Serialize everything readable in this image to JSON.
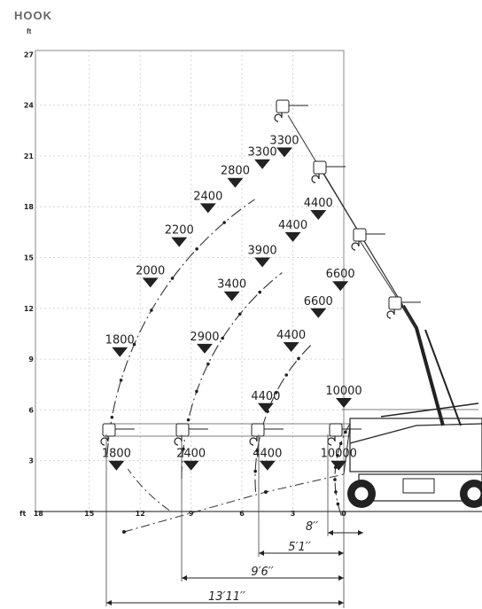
{
  "title": "HOOK",
  "y_unit": "ft",
  "x_unit": "ft",
  "y_ticks": [
    "3",
    "6",
    "9",
    "12",
    "15",
    "18",
    "21",
    "24",
    "27"
  ],
  "x_ticks": [
    "18",
    "15",
    "12",
    "9",
    "6",
    "3",
    "0"
  ],
  "arcs": [
    {
      "id": "boom-1",
      "loads": [
        {
          "label": "1800",
          "xft": 13.4,
          "yft": 3
        },
        {
          "label": "1800",
          "xft": 13.2,
          "yft": 9.7
        },
        {
          "label": "2000",
          "xft": 11.4,
          "yft": 13.8
        },
        {
          "label": "2200",
          "xft": 9.7,
          "yft": 16.2
        },
        {
          "label": "2400",
          "xft": 8.0,
          "yft": 18.2
        },
        {
          "label": "2800",
          "xft": 6.4,
          "yft": 19.7
        },
        {
          "label": "3300",
          "xft": 4.8,
          "yft": 20.8
        },
        {
          "label": "3300",
          "xft": 3.5,
          "yft": 21.5
        }
      ]
    },
    {
      "id": "boom-2",
      "loads": [
        {
          "label": "2400",
          "xft": 9.0,
          "yft": 3
        },
        {
          "label": "2900",
          "xft": 8.2,
          "yft": 9.9
        },
        {
          "label": "3400",
          "xft": 6.6,
          "yft": 13.0
        },
        {
          "label": "3900",
          "xft": 4.8,
          "yft": 15.0
        },
        {
          "label": "4400",
          "xft": 3.0,
          "yft": 16.5
        },
        {
          "label": "4400",
          "xft": 1.5,
          "yft": 17.8
        }
      ]
    },
    {
      "id": "boom-3",
      "loads": [
        {
          "label": "4400",
          "xft": 4.5,
          "yft": 3
        },
        {
          "label": "4400",
          "xft": 4.6,
          "yft": 6.4
        },
        {
          "label": "4400",
          "xft": 3.1,
          "yft": 10.0
        },
        {
          "label": "6600",
          "xft": 1.5,
          "yft": 12.0
        },
        {
          "label": "6600",
          "xft": 0.2,
          "yft": 13.6
        }
      ]
    },
    {
      "id": "boom-4",
      "loads": [
        {
          "label": "10000",
          "xft": 0.3,
          "yft": 3
        },
        {
          "label": "10000",
          "xft": 0.0,
          "yft": 6.7
        }
      ]
    }
  ],
  "dimensions": [
    "8′′",
    "5′1′′",
    "9′6′′",
    "13′11′′"
  ]
}
